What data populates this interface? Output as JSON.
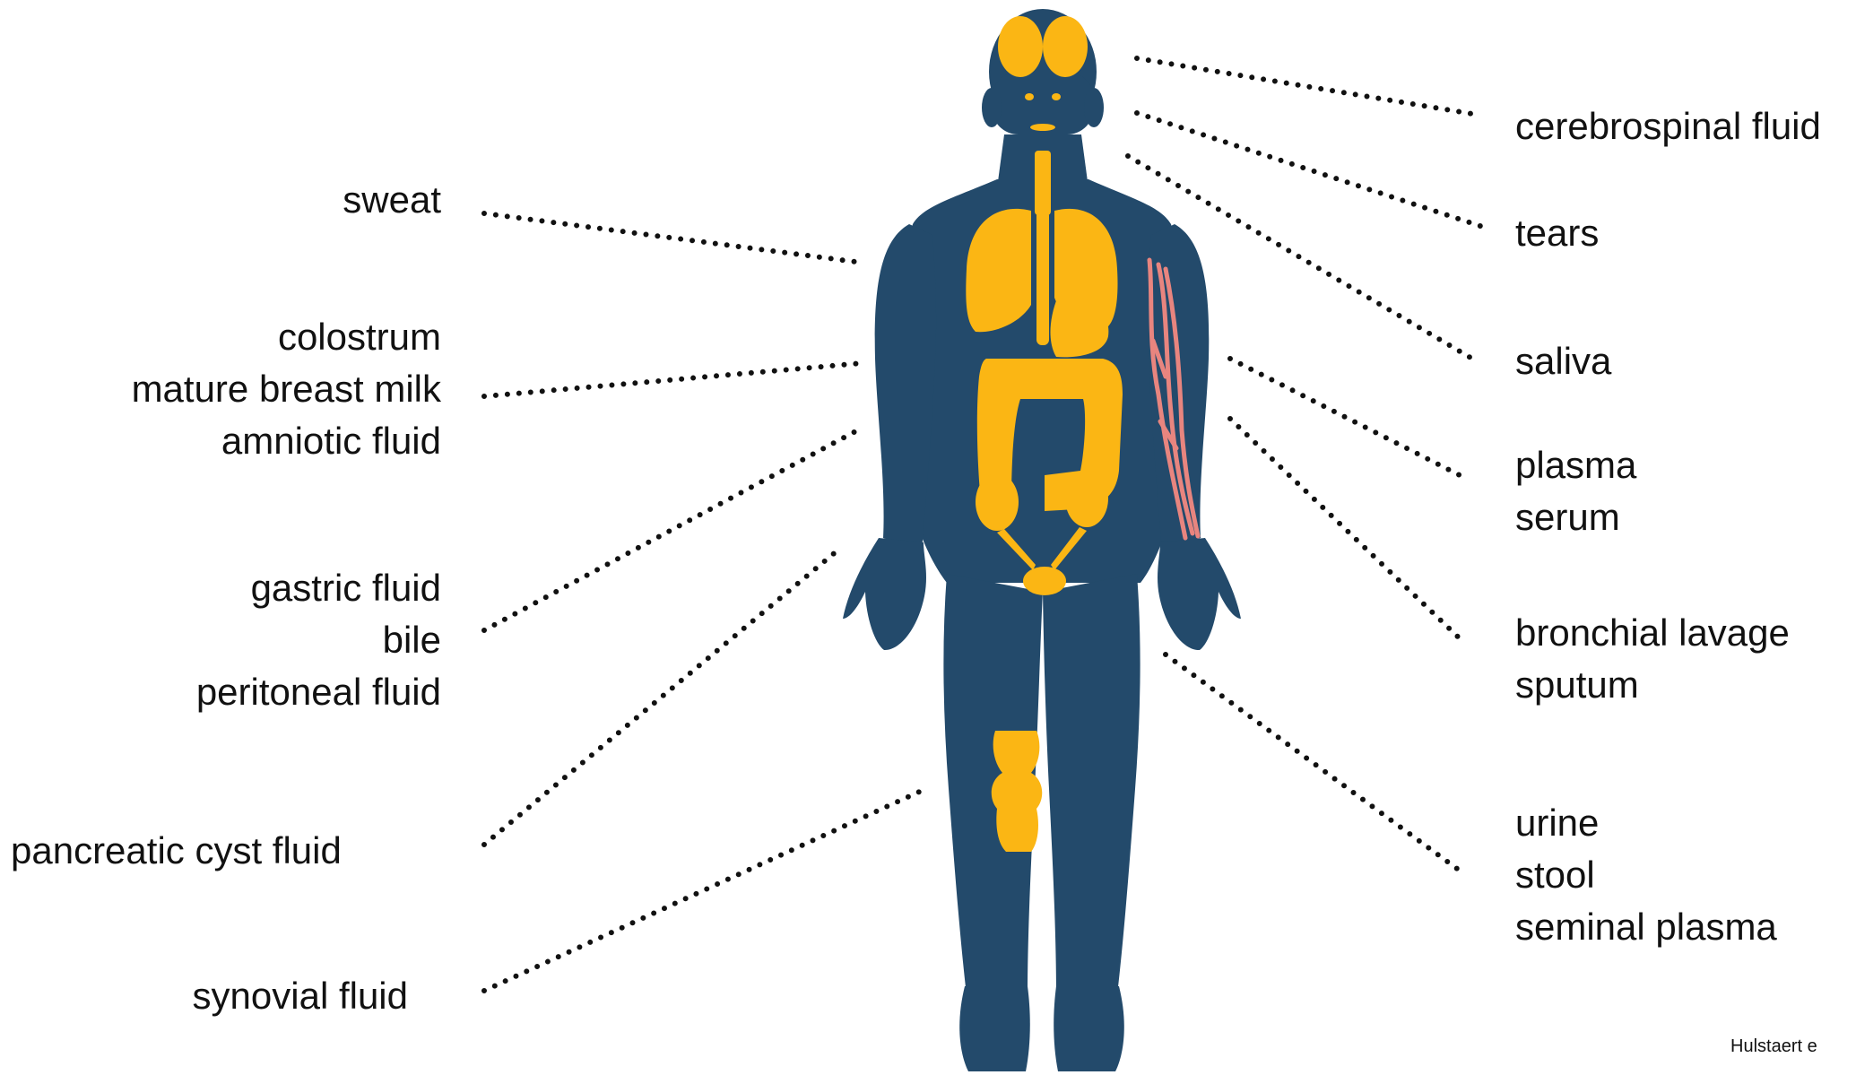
{
  "colors": {
    "body": "#234a6b",
    "organs": "#fbb614",
    "vessels": "#e8857f",
    "dots": "#111111",
    "text": "#111111"
  },
  "labels_left": {
    "sweat": [
      "sweat"
    ],
    "breast": [
      "colostrum",
      "mature breast milk",
      "amniotic fluid"
    ],
    "gastric": [
      "gastric fluid",
      "bile",
      "peritoneal fluid"
    ],
    "pancreatic": [
      "pancreatic cyst fluid"
    ],
    "synovial": [
      "synovial fluid"
    ]
  },
  "labels_right": {
    "csf": [
      "cerebrospinal fluid"
    ],
    "tears": [
      "tears"
    ],
    "saliva": [
      "saliva"
    ],
    "blood": [
      "plasma",
      "serum"
    ],
    "lung": [
      "bronchial lavage",
      "sputum"
    ],
    "pelvic": [
      "urine",
      "stool",
      "seminal plasma"
    ]
  },
  "credit": "Hulstaert e"
}
